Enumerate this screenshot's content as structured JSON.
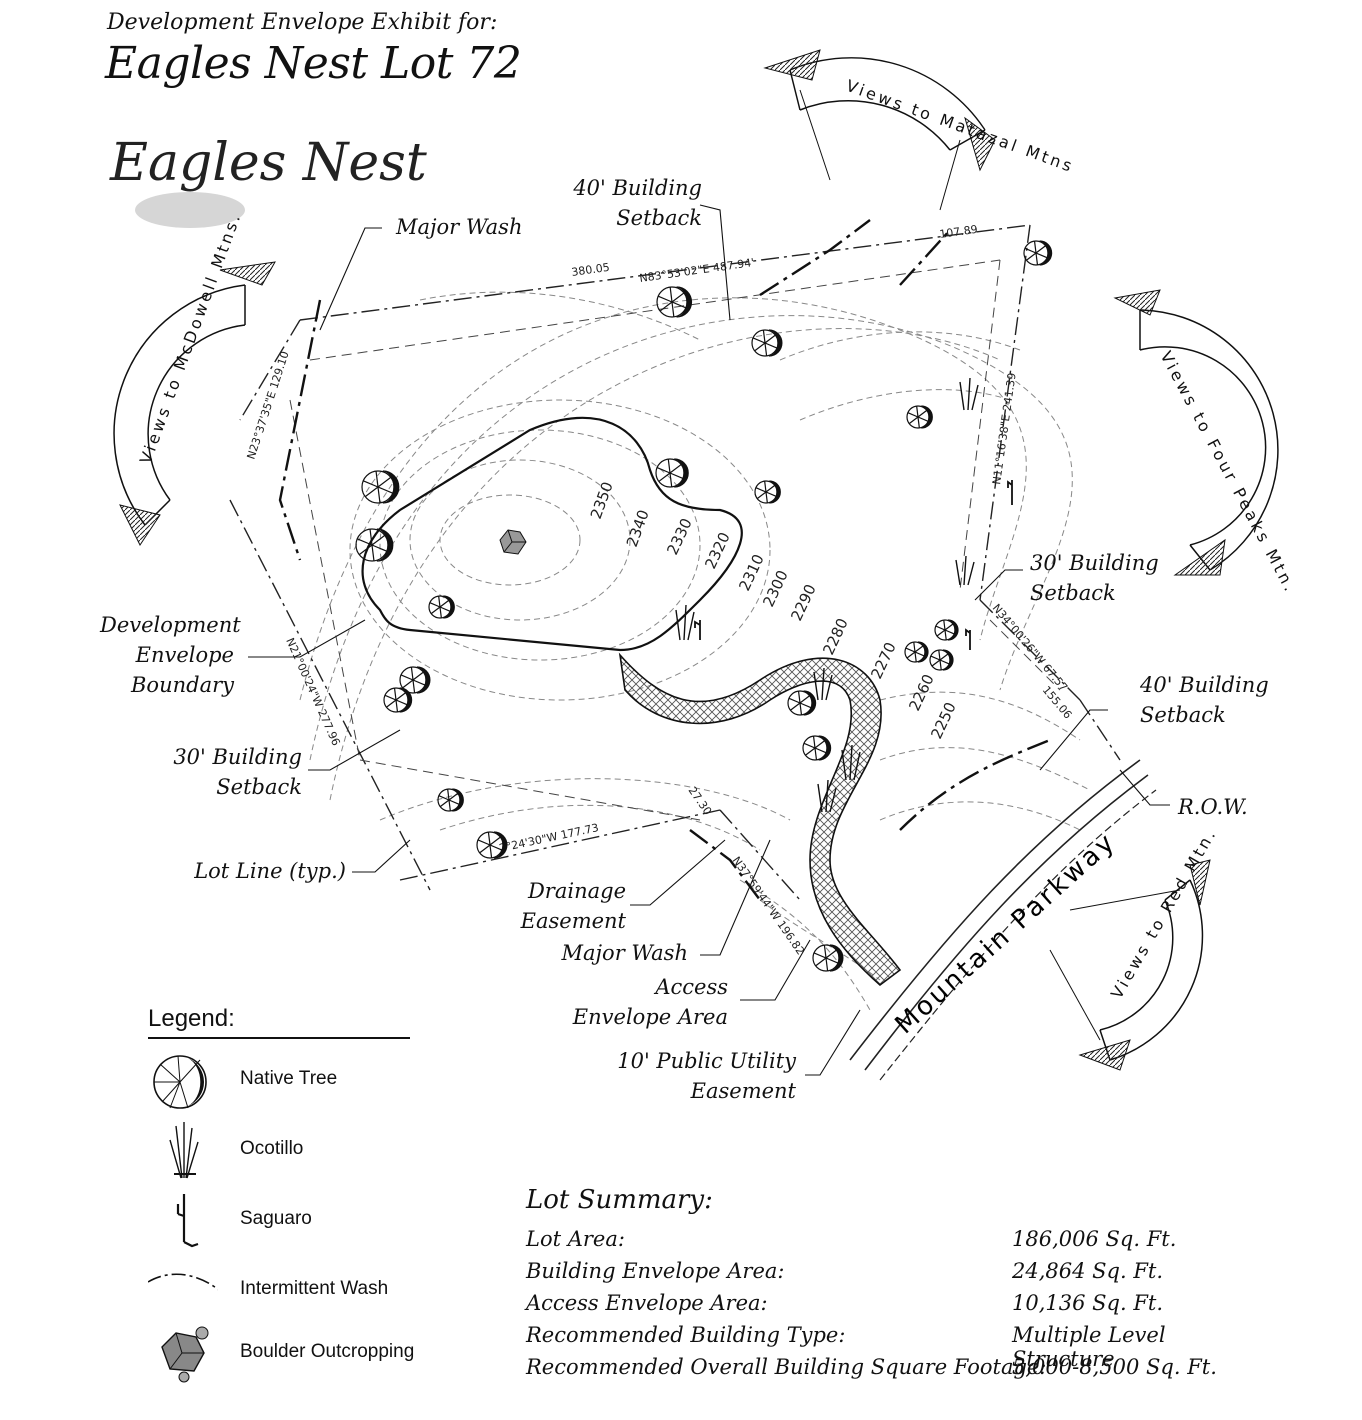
{
  "header": {
    "subtitle": "Development Envelope Exhibit for:",
    "title": "Eagles Nest Lot 72"
  },
  "logo": {
    "text": "Eagles Nest",
    "icon": "eagles-nest-logo"
  },
  "views": {
    "matazal": "Views to Matazal Mtns",
    "mcdowell": "Views to McDowell Mtns.",
    "four_peaks": "Views to Four Peaks Mtn.",
    "red": "Views to Red Mtn."
  },
  "callouts": {
    "building_setback_40_top": "40' Building Setback",
    "major_wash_top": "Major Wash",
    "dev_envelope_boundary": "Development Envelope Boundary",
    "building_setback_30_left": "30' Building Setback",
    "lot_line": "Lot Line (typ.)",
    "building_setback_30_right": "30' Building Setback",
    "building_setback_40_right": "40' Building Setback",
    "row": "R.O.W.",
    "drainage_easement": "Drainage Easement",
    "major_wash_bottom": "Major Wash",
    "access_envelope_area": "Access Envelope Area",
    "public_utility_easement": "10' Public Utility Easement"
  },
  "road": {
    "name": "Mountain Parkway"
  },
  "survey_labels": {
    "north_bearing": "N83°53'02\"E 487.94'",
    "north_seg": "380.05",
    "north_seg2": "107.89",
    "west_top": "N23°37'35\"E 129.10",
    "east_bearing": "N11°16'38\"E 241.39",
    "west_bottom": "N21°00'24\"W 277.96",
    "south_bearing": "2°24'30\"W 177.73",
    "east2": "N34°00'26\"W 67.57",
    "east3": "155.06",
    "se_line": "N37°59'44\"W 196.82",
    "se_line2": "27.30"
  },
  "contours": [
    "2350",
    "2340",
    "2330",
    "2320",
    "2310",
    "2300",
    "2290",
    "2280",
    "2270",
    "2260",
    "2250"
  ],
  "legend": {
    "title": "Legend:",
    "items": [
      {
        "label": "Native Tree",
        "icon": "native-tree-icon"
      },
      {
        "label": "Ocotillo",
        "icon": "ocotillo-icon"
      },
      {
        "label": "Saguaro",
        "icon": "saguaro-icon"
      },
      {
        "label": "Intermittent Wash",
        "icon": "intermittent-wash-icon"
      },
      {
        "label": "Boulder Outcropping",
        "icon": "boulder-outcropping-icon"
      }
    ]
  },
  "lot_summary": {
    "title": "Lot Summary:",
    "rows": [
      {
        "key": "Lot Area:",
        "value": "186,006 Sq. Ft."
      },
      {
        "key": "Building Envelope Area:",
        "value": "24,864 Sq. Ft."
      },
      {
        "key": "Access Envelope Area:",
        "value": "10,136 Sq. Ft."
      },
      {
        "key": "Recommended Building Type:",
        "value": "Multiple Level Structure"
      },
      {
        "key": "Recommended Overall Building Square Footage:",
        "value": "5,000-8,500 Sq. Ft."
      }
    ]
  },
  "colors": {
    "ink": "#111111",
    "hatch": "#555555",
    "contour": "#888888"
  }
}
